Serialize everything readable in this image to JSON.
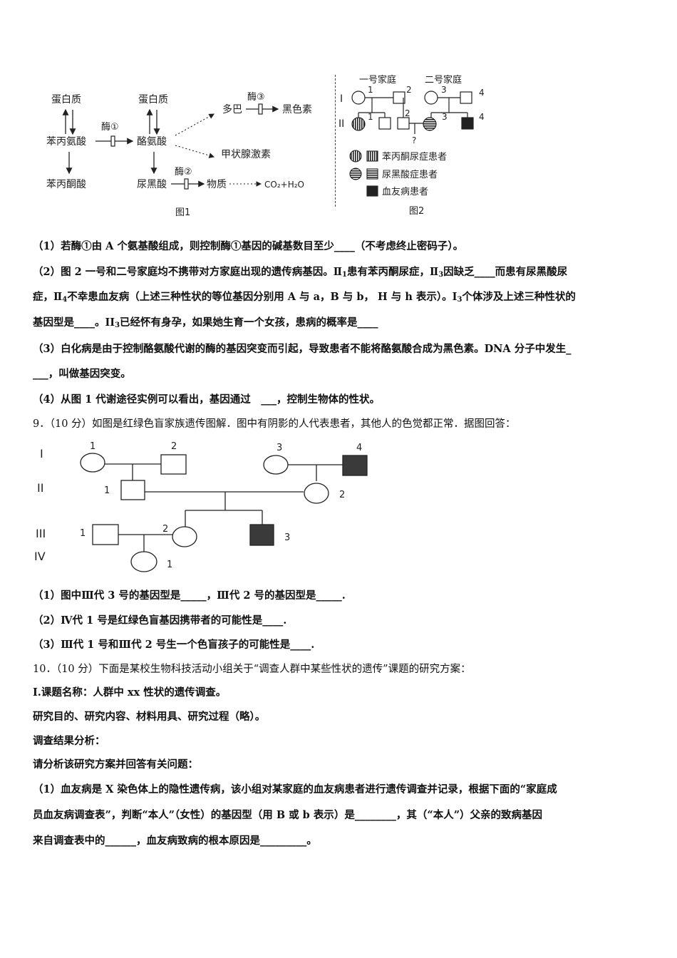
{
  "figure1": {
    "label": "图1",
    "nodes": {
      "protein_left": "蛋白质",
      "phenylalanine": "苯丙氨酸",
      "phenylpyruvic": "苯丙酮酸",
      "protein_right": "蛋白质",
      "tyrosine": "酪氨酸",
      "homogentisic": "尿黑酸",
      "dopa": "多巴",
      "melanin": "黑色素",
      "thyroxine": "甲状腺激素",
      "substance": "物质",
      "products": "CO₂+H₂O"
    },
    "enzymes": {
      "e1": "酶①",
      "e2": "酶②",
      "e3": "酶③"
    }
  },
  "figure2": {
    "label": "图2",
    "family1": "一号家庭",
    "family2": "二号家庭",
    "gen1": "I",
    "gen2": "II",
    "question": "?",
    "numbers": {
      "n1": "1",
      "n2": "2",
      "n3": "3",
      "n4": "4"
    },
    "legend": [
      "苯丙酮尿症患者",
      "尿黑酸症患者",
      "血友病患者"
    ]
  },
  "q8": {
    "p1": "（1）若酶①由 A 个氨基酸组成，则控制酶①基因的碱基数目至少____（不考虑终止密码子）。",
    "p2a": "（2）图 2 一号和二号家庭均不携带对方家庭出现的遗传病基因。Ⅱ",
    "p2a_sub": "1",
    "p2b": "患有苯丙酮尿症，Ⅱ",
    "p2b_sub": "3",
    "p2c": "因缺乏____而患有尿黑酸尿",
    "p2d": "症，Ⅱ",
    "p2d_sub": "4",
    "p2e": "不幸患血友病（上述三种性状的等位基因分别用 A 与 a，B 与 b， H 与 h 表示）。I",
    "p2e_sub": "3",
    "p2f": "个体涉及上述三种性状的",
    "p2g": "基因型是____。II",
    "p2g_sub": "3",
    "p2h": "已经怀有身孕，如果她生育一个女孩，患病的概率是____",
    "p3a": "（3）白化病是由于控制酪氨酸代谢的酶的基因突变而引起，导致患者不能将酪氨酸合成为黑色素。DNA 分子中发生_",
    "p3b": "___，叫做基因突变。",
    "p4": "（4）从图 1 代谢途径实例可以看出，基因通过　___，控制生物体的性状。"
  },
  "q9": {
    "stem": "9．（10 分）如图是红绿色盲家族遗传图解．图中有阴影的人代表患者，其他人的色觉都正常．据图回答：",
    "pedigree": {
      "gens": [
        "I",
        "II",
        "III",
        "IV"
      ],
      "labels": {
        "I1": "1",
        "I2": "2",
        "I3": "3",
        "I4": "4",
        "II1": "1",
        "II2": "2",
        "III1": "1",
        "III2": "2",
        "III3": "3",
        "IV1": "1"
      }
    },
    "p1": "（1）图中Ⅲ代 3 号的基因型是_____，Ⅲ代 2 号的基因型是_____.",
    "p2": "（2）Ⅳ代 1 号是红绿色盲基因携带者的可能性是____.",
    "p3": "（3）Ⅲ代 1 号和Ⅲ代 2 号生一个色盲孩子的可能性是____."
  },
  "q10": {
    "stem": "10．（10 分）下面是某校生物科技活动小组关于“调查人群中某些性状的遗传”课题的研究方案：",
    "title": "I.课题名称：人群中 xx 性状的遗传调查。",
    "l1": "研究目的、研究内容、材料用具、研究过程（略）。",
    "l2": "调查结果分析：",
    "l3": "请分析该研究方案并回答有关问题：",
    "p1a": "（1）血友病是 X 染色体上的隐性遗传病，该小组对某家庭的血友病患者进行遗传调查并记录，根据下面的“家庭成",
    "p1b": "员血友病调查表”，判断“本人”（女性）的基因型（用 B 或 b 表示）是________，其（“本人”）父亲的致病基因",
    "p1c": "来自调查表中的______，血友病致病的根本原因是_________。"
  }
}
